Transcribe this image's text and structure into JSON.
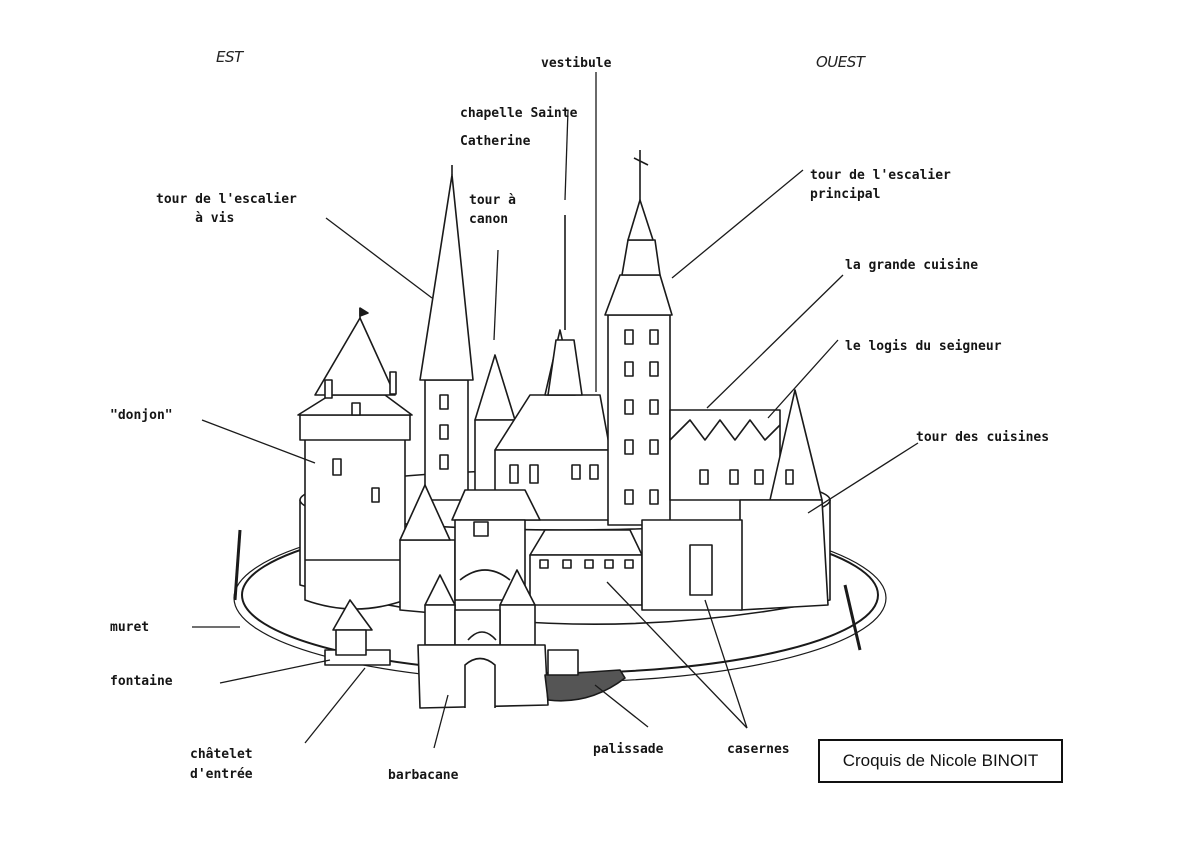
{
  "directions": {
    "east": "EST",
    "west": "OUEST"
  },
  "labels": {
    "vestibule": "vestibule",
    "chapelle": "chapelle Sainte\nCatherine",
    "tour_escalier_vis": "tour de l'escalier\n     à vis",
    "tour_canon": "tour à\ncanon",
    "tour_escalier_principal": "tour de l'escalier\nprincipal",
    "grande_cuisine": "la grande cuisine",
    "logis_seigneur": "le logis du seigneur",
    "tour_cuisines": "tour des cuisines",
    "donjon": "\"donjon\"",
    "muret": "muret",
    "fontaine": "fontaine",
    "chatelet": "châtelet\nd'entrée",
    "barbacane": "barbacane",
    "palissade": "palissade",
    "casernes": "casernes"
  },
  "credit": "Croquis de Nicole BINOIT"
}
